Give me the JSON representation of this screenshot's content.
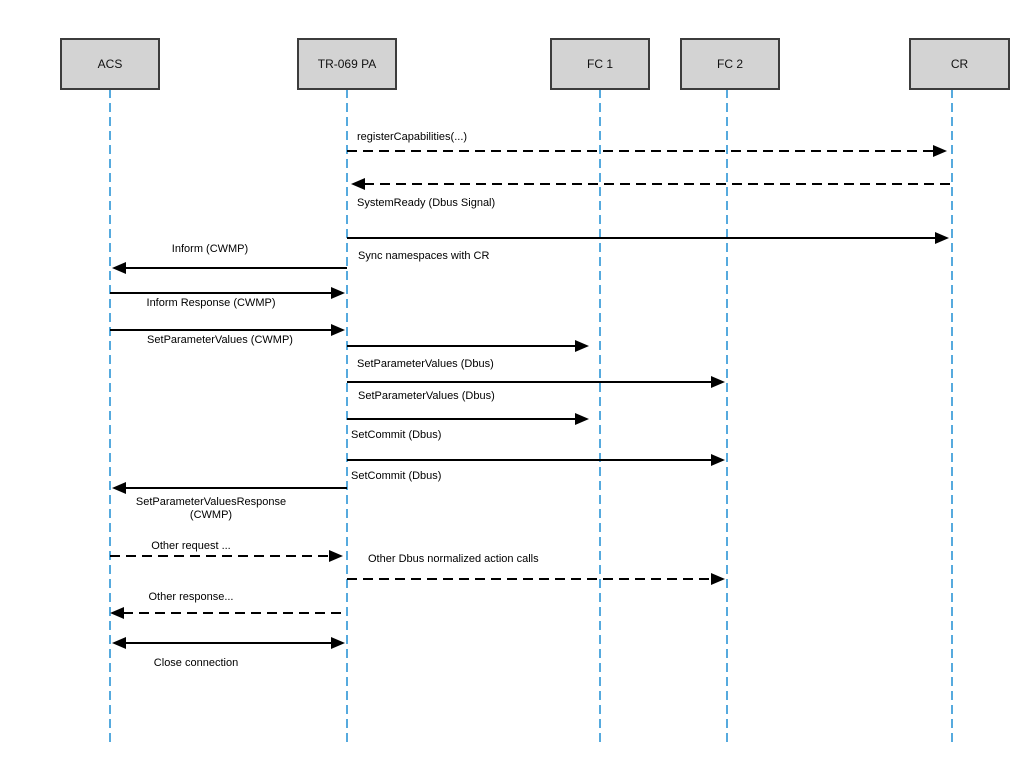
{
  "actors": [
    {
      "label": "ACS"
    },
    {
      "label": "TR-069 PA"
    },
    {
      "label": "FC 1"
    },
    {
      "label": "FC 2"
    },
    {
      "label": "CR"
    }
  ],
  "messages": [
    {
      "label": "registerCapabilities(...)",
      "from": "TR-069 PA",
      "to": "CR",
      "line": "dashed"
    },
    {
      "label": "SystemReady (Dbus Signal)",
      "from": "CR",
      "to": "TR-069 PA",
      "line": "dashed"
    },
    {
      "label": "Sync namespaces with CR",
      "from": "TR-069 PA",
      "to": "CR",
      "line": "solid"
    },
    {
      "label": "Inform (CWMP)",
      "from": "TR-069 PA",
      "to": "ACS",
      "line": "solid"
    },
    {
      "label": "Inform Response (CWMP)",
      "from": "ACS",
      "to": "TR-069 PA",
      "line": "solid"
    },
    {
      "label": "SetParameterValues (CWMP)",
      "from": "ACS",
      "to": "TR-069 PA",
      "line": "solid"
    },
    {
      "label": "SetParameterValues (Dbus)",
      "from": "TR-069 PA",
      "to": "FC 1",
      "line": "solid"
    },
    {
      "label": "SetParameterValues (Dbus)",
      "from": "TR-069 PA",
      "to": "FC 2",
      "line": "solid"
    },
    {
      "label": "SetCommit (Dbus)",
      "from": "TR-069 PA",
      "to": "FC 1",
      "line": "solid"
    },
    {
      "label": "SetCommit (Dbus)",
      "from": "TR-069 PA",
      "to": "FC 2",
      "line": "solid"
    },
    {
      "label": "SetParameterValuesResponse\n(CWMP)",
      "from": "TR-069 PA",
      "to": "ACS",
      "line": "solid"
    },
    {
      "label": "Other request ...",
      "from": "ACS",
      "to": "TR-069 PA",
      "line": "dashed"
    },
    {
      "label": "Other Dbus normalized action calls",
      "from": "TR-069 PA",
      "to": "FC 2",
      "line": "dashed"
    },
    {
      "label": "Other response...",
      "from": "TR-069 PA",
      "to": "ACS",
      "line": "dashed"
    },
    {
      "label": "Close connection",
      "from": "ACS",
      "to": "TR-069 PA",
      "line": "solid",
      "bidirectional": true
    }
  ],
  "colors": {
    "background": "#ffffff",
    "actor_fill": "#d3d3d3",
    "actor_border": "#3c3c3c",
    "lifeline": "#56aade",
    "arrow": "#000000",
    "text": "#000000"
  }
}
